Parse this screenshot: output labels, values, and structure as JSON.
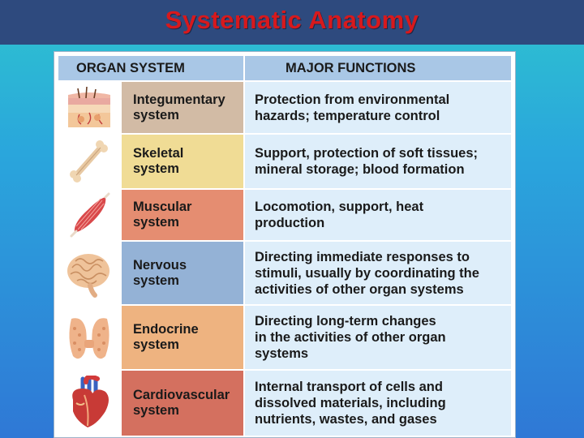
{
  "title": "Systematic Anatomy",
  "table": {
    "headers": {
      "system": "ORGAN SYSTEM",
      "functions": "MAJOR FUNCTIONS"
    },
    "rows": [
      {
        "name1": "Integumentary",
        "name2": "system",
        "func": [
          "Protection from environmental",
          "hazards; temperature control"
        ],
        "color": "#d2bba5",
        "icon": "skin-icon"
      },
      {
        "name1": "Skeletal",
        "name2": "system",
        "func": [
          "Support, protection of soft tissues;",
          "mineral storage; blood formation"
        ],
        "color": "#f0dc95",
        "icon": "bone-icon"
      },
      {
        "name1": "Muscular",
        "name2": "system",
        "func": [
          "Locomotion, support, heat",
          "production"
        ],
        "color": "#e58d71",
        "icon": "muscle-icon"
      },
      {
        "name1": "Nervous",
        "name2": "system",
        "func": [
          "Directing immediate responses to",
          "stimuli, usually by coordinating the",
          "activities of other organ systems"
        ],
        "color": "#94b2d6",
        "icon": "brain-icon"
      },
      {
        "name1": "Endocrine",
        "name2": "system",
        "func": [
          "Directing long-term changes",
          "in the activities of other organ",
          "systems"
        ],
        "color": "#eeb380",
        "icon": "thyroid-icon"
      },
      {
        "name1": "Cardiovascular",
        "name2": "system",
        "func": [
          "Internal transport of cells and",
          "dissolved materials, including",
          "nutrients, wastes, and gases"
        ],
        "color": "#d4705f",
        "icon": "heart-icon"
      }
    ]
  }
}
